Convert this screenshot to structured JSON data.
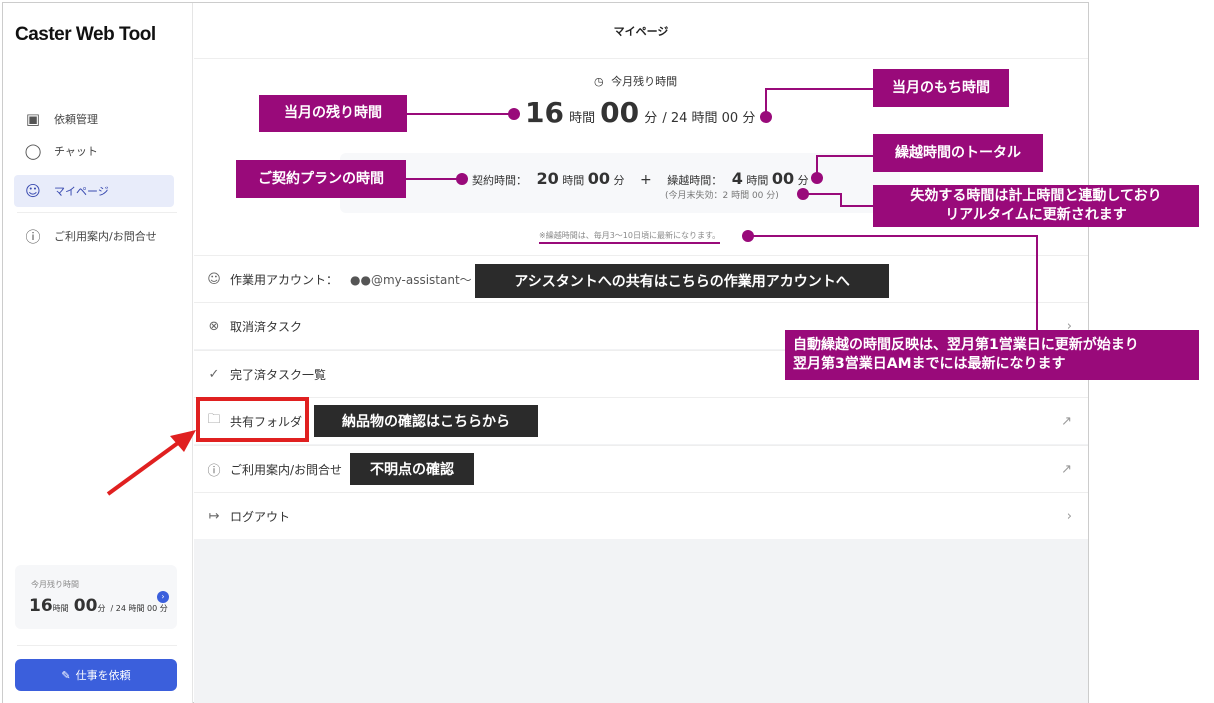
{
  "app": {
    "title": "Caster Web Tool"
  },
  "sidebar": {
    "items": [
      {
        "label": "依頼管理",
        "icon": "briefcase-icon"
      },
      {
        "label": "チャット",
        "icon": "chat-icon"
      },
      {
        "label": "マイページ",
        "icon": "user-icon",
        "active": true
      },
      {
        "label": "ご利用案内/お問合せ",
        "icon": "help-icon"
      }
    ],
    "remaining": {
      "label": "今月残り時間",
      "hours": "16",
      "h_unit": "時間",
      "minutes": "00",
      "m_unit": "分",
      "total": "/ 24 時間 00 分"
    },
    "request_button": "仕事を依頼"
  },
  "header": {
    "title": "マイページ"
  },
  "summary": {
    "label": "今月残り時間",
    "hours": "16",
    "h_unit": "時間",
    "minutes": "00",
    "m_unit": "分",
    "total": "/ 24 時間 00 分",
    "contract_label": "契約時間：",
    "contract_hours": "20",
    "contract_minutes": "00",
    "plus": "+",
    "carry_label": "繰越時間：",
    "carry_hours": "4",
    "carry_minutes": "00",
    "expire_note": "(今月末失効：2 時間 00 分)",
    "note": "※繰越時間は、毎月3〜10日頃に最新になります。"
  },
  "rows": [
    {
      "label": "作業用アカウント：",
      "value": "●●@my-assistant〜"
    },
    {
      "label": "取消済タスク"
    },
    {
      "label": "完了済タスク一覧"
    },
    {
      "label": "共有フォルダ"
    },
    {
      "label": "ご利用案内/お問合せ"
    },
    {
      "label": "ログアウト"
    }
  ],
  "annotations": {
    "remaining": "当月の残り時間",
    "total": "当月のもち時間",
    "plan": "ご契約プランの時間",
    "carry_total": "繰越時間のトータル",
    "expire": "失効する時間は計上時間と連動しており\nリアルタイムに更新されます",
    "account": "アシスタントへの共有はこちらの作業用アカウントへ",
    "auto": "自動繰越の時間反映は、翌月第1営業日に更新が始まり\n翌月第3営業日AMまでには最新になります",
    "folder": "納品物の確認はこちらから",
    "help": "不明点の確認"
  },
  "colors": {
    "annotation": "#990a7a",
    "primary": "#3b5fdc",
    "highlight": "#e02020"
  }
}
